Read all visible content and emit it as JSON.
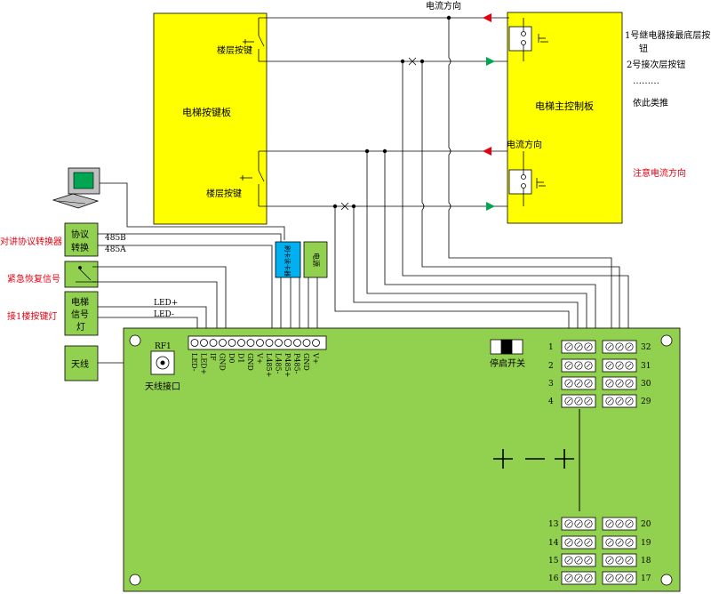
{
  "colors": {
    "yellow_board": "#ffff00",
    "green_board": "#92d050",
    "blue_module": "#00b0f0",
    "red_text": "#e60012",
    "arrow_red": "#e60012",
    "arrow_green": "#00a651",
    "line": "#000000"
  },
  "top": {
    "current_direction_top": "电流方向",
    "current_direction_mid": "电流方向"
  },
  "elevator_keypad_board": {
    "title": "电梯按键板",
    "floor_key_top": "楼层按键",
    "floor_key_bottom": "楼层按键"
  },
  "elevator_main_board": {
    "title": "电梯主控制板"
  },
  "right_notes": {
    "relay1_line1": "1号继电器接最底层按",
    "relay1_line2": "钮",
    "relay2": "2号接次层按钮",
    "dots": "………",
    "and_so_on": "依此类推",
    "attention": "注意电流方向"
  },
  "left_labels": {
    "intercom_converter": "对讲协议转换器",
    "emergency_restore": "紧急恢复信号",
    "floor1_key_light": "接1楼按键灯"
  },
  "left_boxes": {
    "protocol_convert": "协议转换",
    "protocol_convert_l1": "协议",
    "protocol_convert_l2": "转换",
    "elevator_signal_l1": "电梯",
    "elevator_signal_l2": "信号",
    "elevator_signal_l3": "灯",
    "antenna": "天线"
  },
  "wires": {
    "rs485b": "485B",
    "rs485a": "485A",
    "led_plus": "LED+",
    "led_minus": "LED-"
  },
  "modules": {
    "blue_module": "刷卡读卡器",
    "green_module": "电源"
  },
  "main_board": {
    "rf1": "RF1",
    "antenna_port": "天线接口",
    "stop_switch": "停启开关",
    "terminal_labels": [
      "LED-",
      "LED+",
      "IF",
      "GND",
      "D0",
      "D1",
      "GND",
      "V+",
      "L485+",
      "L485-",
      "P485+",
      "P485-",
      "GND",
      "V+"
    ],
    "relay_left_numbers": [
      "1",
      "2",
      "3",
      "4",
      "13",
      "14",
      "15",
      "16"
    ],
    "relay_right_numbers": [
      "32",
      "31",
      "30",
      "29",
      "20",
      "19",
      "18",
      "17"
    ],
    "plus": "+",
    "minus": "—"
  }
}
